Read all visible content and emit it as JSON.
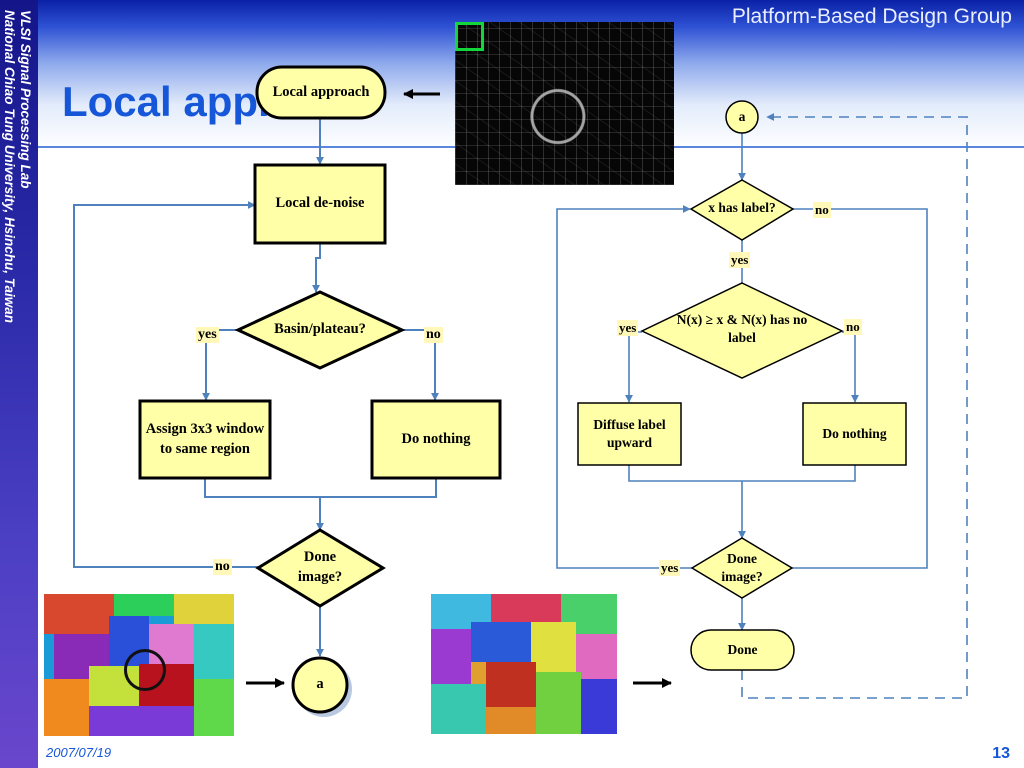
{
  "slide": {
    "group_name": "Platform-Based Design Group",
    "title": "Local approach",
    "sidebar_line1": "VLSI Signal Processing Lab",
    "sidebar_line2": "National Chiao Tung University, Hsinchu, Taiwan",
    "date": "2007/07/19",
    "page_number": "13"
  },
  "left_flow": {
    "start": "Local approach",
    "denoise": "Local de-noise",
    "basin": "Basin/plateau?",
    "yes": "yes",
    "no": "no",
    "assign": "Assign 3x3 window to same region",
    "nothing": "Do nothing",
    "done_q": "Done image?",
    "done_no": "no",
    "connector": "a"
  },
  "right_flow": {
    "connector": "a",
    "has_label": "x has label?",
    "has_label_no": "no",
    "has_label_yes": "yes",
    "neighbor": "N(x) ≥ x & N(x) has no label",
    "neighbor_yes": "yes",
    "neighbor_no": "no",
    "diffuse": "Diffuse label upward",
    "nothing": "Do nothing",
    "done_q": "Done image?",
    "done_yes": "yes",
    "done": "Done"
  },
  "colors": {
    "box_fill": "#ffffa8",
    "arrow": "#4f81bd",
    "title": "#1656d8",
    "header": "#0a21a6"
  }
}
